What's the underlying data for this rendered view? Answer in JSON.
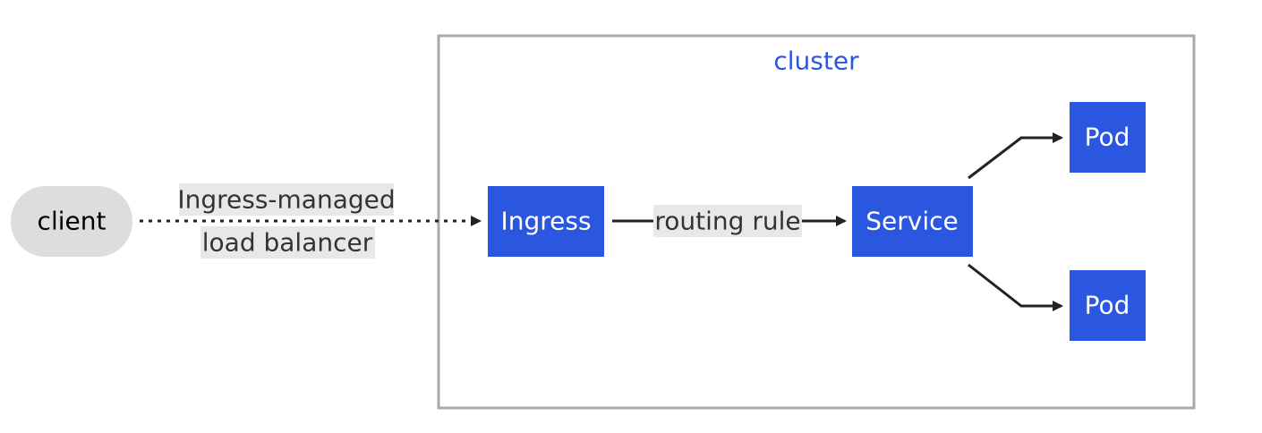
{
  "cluster": {
    "label": "cluster"
  },
  "nodes": {
    "client": "client",
    "ingress": "Ingress",
    "service": "Service",
    "pod_top": "Pod",
    "pod_bottom": "Pod"
  },
  "edges": {
    "client_to_ingress": {
      "line1": "Ingress-managed",
      "line2": "load balancer",
      "style": "dotted"
    },
    "ingress_to_service": {
      "label": "routing rule",
      "style": "solid"
    }
  },
  "colors": {
    "node_fill": "#2a56e0",
    "node_text": "#ffffff",
    "client_fill": "#dddddd",
    "client_text": "#000000",
    "cluster_border": "#aaaaaa",
    "cluster_label": "#2a56e0",
    "edge": "#222222",
    "label_bg": "#e8e8e8"
  }
}
